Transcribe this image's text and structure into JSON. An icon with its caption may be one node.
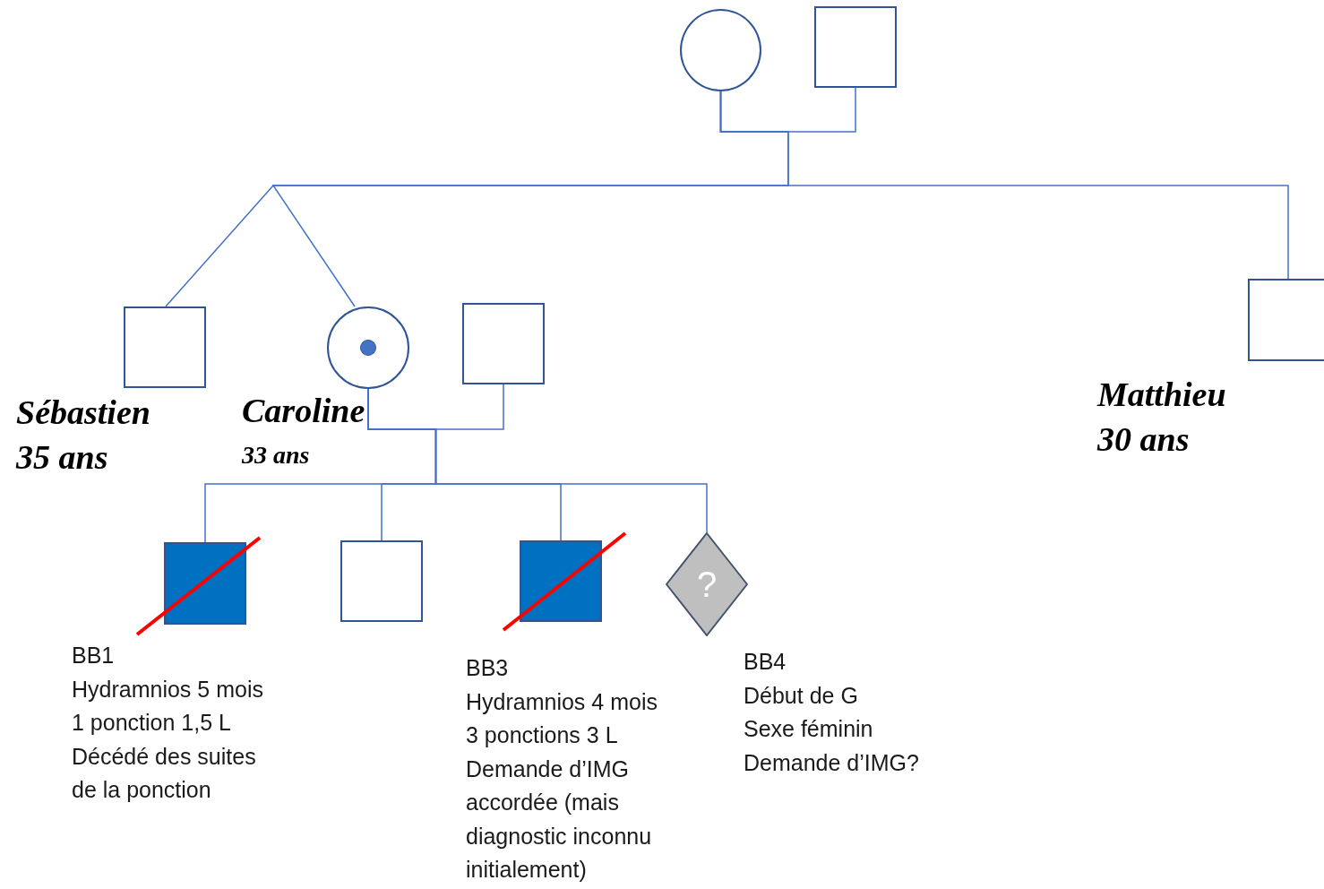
{
  "diagram": {
    "nodes": [
      {
        "text": [],
        "shape": "circle"
      },
      {
        "text": [],
        "shape": "box"
      },
      {
        "text": [],
        "shape": "box",
        "beside": [
          "Sébastien",
          "35 ans"
        ]
      },
      {
        "text": [],
        "shape": "circle",
        "beside": [
          "Caroline",
          "33 ans"
        ]
      },
      {
        "text": [],
        "shape": "box"
      },
      {
        "text": [],
        "shape": "box",
        "beside": [
          "Matthieu",
          "30 ans"
        ]
      },
      {
        "text": [],
        "shape": "box",
        "beside": [
          "BB1",
          "Hydramnios 5 mois",
          "1 ponction 1,5 L",
          "Décédé des suites de la ponction"
        ]
      },
      {
        "text": [],
        "shape": "box"
      },
      {
        "text": [],
        "shape": "box",
        "beside": [
          "BB3",
          "Hydramnios 4 mois",
          "3 ponctions 3 L",
          "Demande d’IMG accordée (mais diagnostic inconnu initialement)"
        ]
      },
      {
        "text": [
          "?"
        ],
        "beside": [
          "BB4",
          "Début de G",
          "Sexe féminin",
          "Demande d’IMG?"
        ]
      }
    ],
    "edges": [
      {
        "from": 0,
        "to": 1,
        "arrow": "none"
      },
      {
        "from": 0,
        "to": 2,
        "arrow": "none"
      },
      {
        "from": 0,
        "to": 3,
        "arrow": "none"
      },
      {
        "from": 0,
        "to": 5,
        "arrow": "none"
      },
      {
        "from": 3,
        "to": 4,
        "arrow": "none"
      },
      {
        "from": 3,
        "to": 6,
        "arrow": "none"
      },
      {
        "from": 3,
        "to": 7,
        "arrow": "none"
      },
      {
        "from": 3,
        "to": 8,
        "arrow": "none"
      },
      {
        "from": 3,
        "to": 9,
        "arrow": "none"
      }
    ]
  }
}
